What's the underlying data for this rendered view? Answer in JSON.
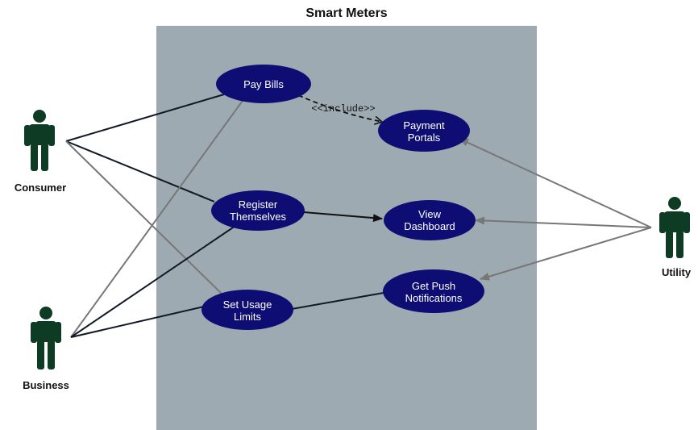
{
  "title": "Smart Meters",
  "colors": {
    "system_boundary": "#9eaab1",
    "use_case_fill": "#0d0d73",
    "actor_fill": "#0e3b24",
    "association_dark": "#111827",
    "association_gray": "#777777"
  },
  "actors": {
    "consumer": "Consumer",
    "business": "Business",
    "utility": "Utility"
  },
  "use_cases": {
    "pay_bills": [
      "Pay Bills"
    ],
    "payment_portals": [
      "Payment",
      "Portals"
    ],
    "register_themselves": [
      "Register",
      "Themselves"
    ],
    "view_dashboard": [
      "View",
      "Dashboard"
    ],
    "set_usage_limits": [
      "Set Usage",
      "Limits"
    ],
    "get_push_notifications": [
      "Get Push",
      "Notifications"
    ]
  },
  "relations": {
    "include_label": "<<include>>"
  }
}
